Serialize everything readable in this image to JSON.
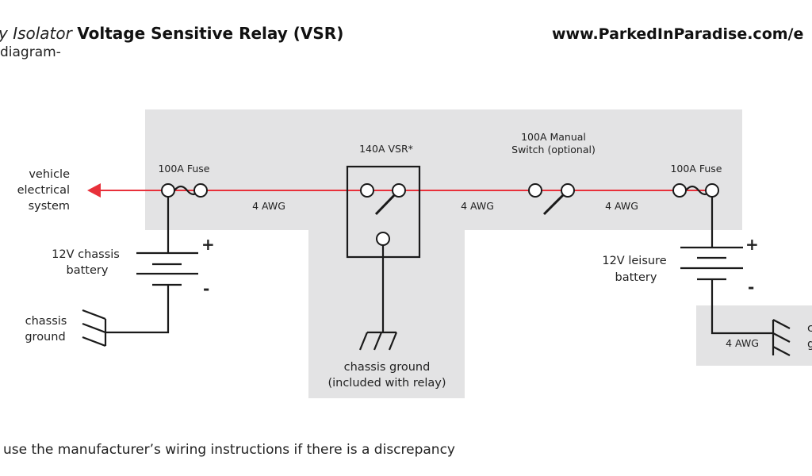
{
  "header": {
    "title_italic": "y Isolator",
    "title_bold": "Voltage Sensitive Relay (VSR)",
    "subtitle": "diagram-",
    "url": "www.ParkedInParadise.com/e"
  },
  "footer_note": "use the manufacturer’s wiring instructions if there is a discrepancy",
  "labels": {
    "vehicle": [
      "vehicle",
      "electrical",
      "system"
    ],
    "fuse_left": "100A Fuse",
    "fuse_right": "100A Fuse",
    "vsr": "140A VSR*",
    "manual_switch": [
      "100A Manual",
      "Switch (optional)"
    ],
    "awg1": "4 AWG",
    "awg2": "4 AWG",
    "awg3": "4 AWG",
    "awg4": "4 AWG",
    "chassis_battery": [
      "12V chassis",
      "battery"
    ],
    "leisure_battery": [
      "12V leisure",
      "battery"
    ],
    "plus": "+",
    "minus": "-",
    "chassis_ground_left": [
      "chassis",
      "ground"
    ],
    "chassis_ground_center": [
      "chassis ground",
      "(included with relay)"
    ],
    "chassis_ground_right": [
      "c",
      "g"
    ]
  },
  "colors": {
    "wire_positive": "#e8303a",
    "highlight": "#e3e3e4",
    "line": "#1a1a1a"
  }
}
